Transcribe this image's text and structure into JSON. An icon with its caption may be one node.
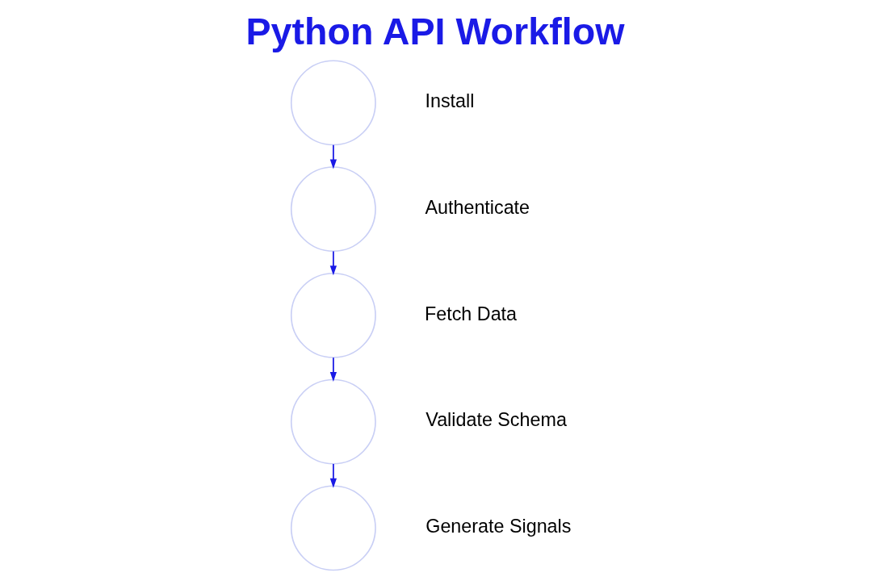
{
  "diagram": {
    "title": "Python API Workflow",
    "nodes": [
      {
        "text": [],
        "shape": "circle",
        "beside": [
          "Install"
        ]
      },
      {
        "text": [],
        "shape": "circle",
        "beside": [
          "Authenticate"
        ]
      },
      {
        "text": [],
        "shape": "circle",
        "beside": [
          "Fetch Data"
        ]
      },
      {
        "text": [],
        "shape": "circle",
        "beside": [
          "Validate Schema"
        ]
      },
      {
        "text": [],
        "shape": "circle",
        "beside": [
          "Generate Signals"
        ]
      }
    ],
    "edges": [
      {
        "from": 0,
        "to": 1,
        "arrow": "to"
      },
      {
        "from": 1,
        "to": 2,
        "arrow": "to"
      },
      {
        "from": 2,
        "to": 3,
        "arrow": "to"
      },
      {
        "from": 3,
        "to": 4,
        "arrow": "to"
      }
    ]
  }
}
